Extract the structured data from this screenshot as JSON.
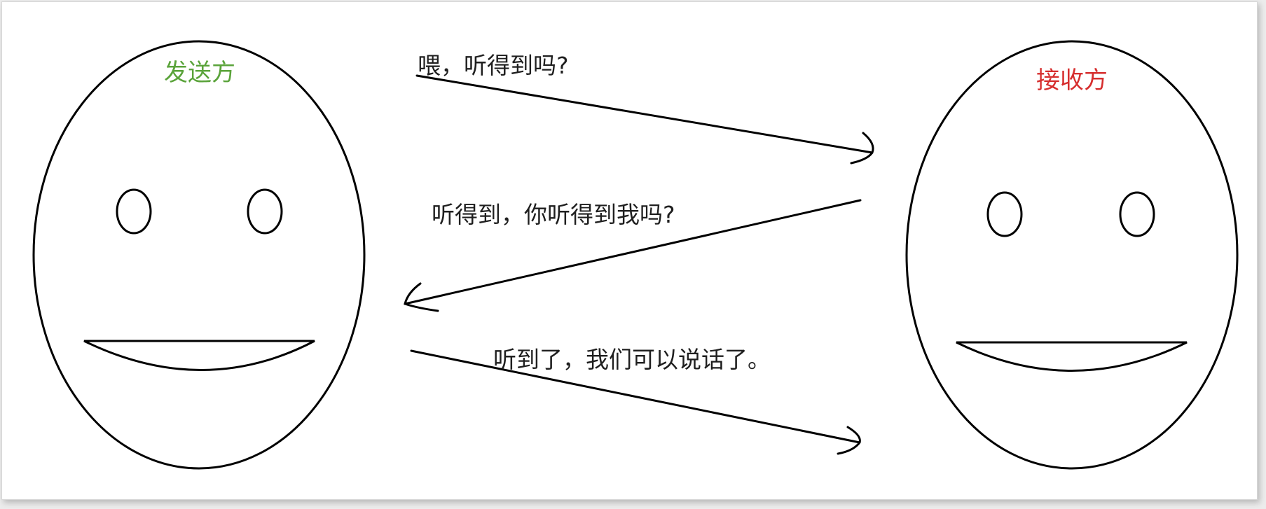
{
  "sender": {
    "label": "发送方",
    "label_color": "#5aa33a"
  },
  "receiver": {
    "label": "接收方",
    "label_color": "#d62e2e"
  },
  "messages": [
    {
      "text": "喂，听得到吗?",
      "direction": "sender-to-receiver"
    },
    {
      "text": "听得到，你听得到我吗?",
      "direction": "receiver-to-sender"
    },
    {
      "text": "听到了，我们可以说话了。",
      "direction": "sender-to-receiver"
    }
  ],
  "stroke_color": "#000000"
}
